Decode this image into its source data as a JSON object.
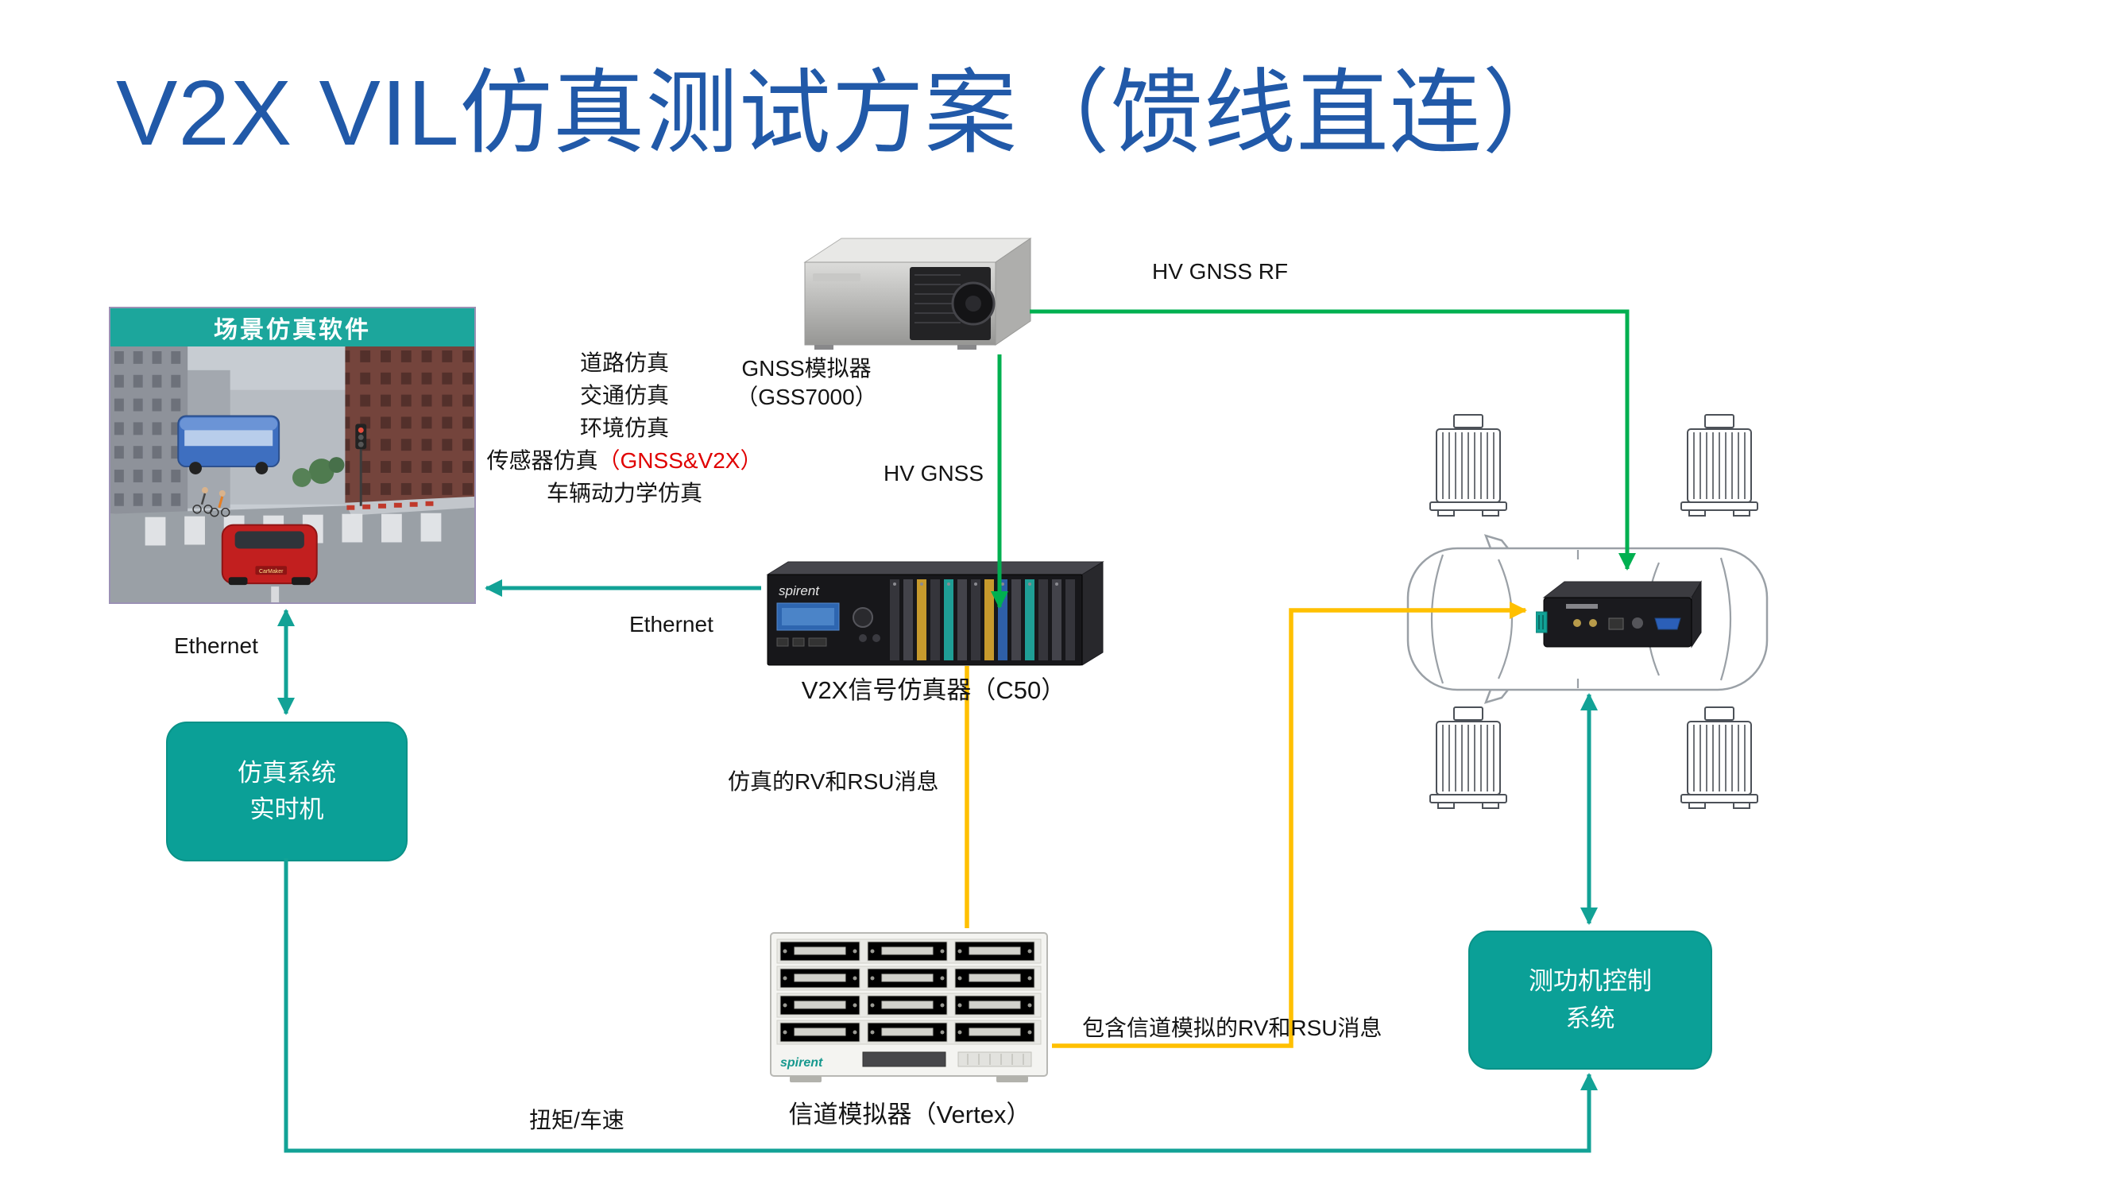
{
  "title": "V2X VIL仿真测试方案（馈线直连）",
  "scene": {
    "header": "场景仿真软件",
    "car_badge": "CarMaker"
  },
  "features": {
    "line1": "道路仿真",
    "line2": "交通仿真",
    "line3": "环境仿真",
    "line4_black": "传感器仿真",
    "line4_red": "（GNSS&V2X）",
    "line5": "车辆动力学仿真"
  },
  "devices": {
    "gnss": {
      "label1": "GNSS模拟器",
      "label2": "（GSS7000）"
    },
    "c50": {
      "label": "V2X信号仿真器（C50）",
      "brand": "spirent"
    },
    "vertex": {
      "label": "信道模拟器（Vertex）",
      "brand": "spirent"
    }
  },
  "boxes": {
    "realtime": {
      "line1": "仿真系统",
      "line2": "实时机"
    },
    "dyno": {
      "line1": "测功机控制",
      "line2": "系统"
    }
  },
  "edges": {
    "hv_gnss_rf": "HV GNSS RF",
    "hv_gnss": "HV GNSS",
    "ethernet_top": "Ethernet",
    "ethernet_left": "Ethernet",
    "sim_rv_rsu": "仿真的RV和RSU消息",
    "channel_rv_rsu": "包含信道模拟的RV和RSU消息",
    "torque_speed": "扭矩/车速"
  },
  "colors": {
    "title_blue": "#2159A8",
    "teal": "#12A296",
    "green": "#00B050",
    "yellow": "#FFC000",
    "red_text": "#E00000"
  }
}
